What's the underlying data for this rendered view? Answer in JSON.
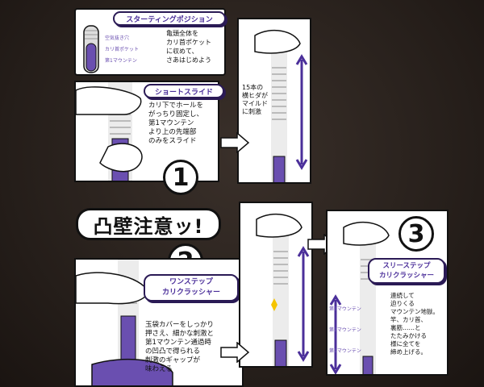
{
  "header": {
    "title": "スターティングポジション",
    "labels": [
      "空気抜き穴",
      "カリ首ポケット",
      "第1マウンテン"
    ],
    "desc": "亀頭全体を\nカリ首ポケット\nに収めて、\nさあはじめよう"
  },
  "step1": {
    "number": "1",
    "title": "ショートスライド",
    "desc": "カリ下でホールを\nがっちり固定し、\n第1マウンテン\nより上の先端部\nのみをスライド",
    "note": "15本の\n横ヒダが\nマイルド\nに刺激"
  },
  "warning": {
    "text": "凸壁注意ッ!"
  },
  "step2": {
    "number": "2",
    "title": "ワンステップ\nカリクラッシャー",
    "desc": "玉袋カバーをしっかり\n押さえ、細かな刺激と\n第1マウンテン通過時\nの凹凸で得られる\n刺激のギャップが\n味わえる"
  },
  "step3": {
    "number": "3",
    "title": "スリーステップ\nカリクラッシャー",
    "mountains": [
      "第3マウンテン",
      "第2マウンテン",
      "第1マウンテン"
    ],
    "desc": "連続して\n迫りくる\nマウンテン地獄。\n竿、カリ首、\n裏筋……と\nたたみかける\n様に全てを\n締め上げる。"
  },
  "colors": {
    "accent": "#4b2f9a",
    "sleeve": "#6a4fb0",
    "background": "#2b2420"
  }
}
